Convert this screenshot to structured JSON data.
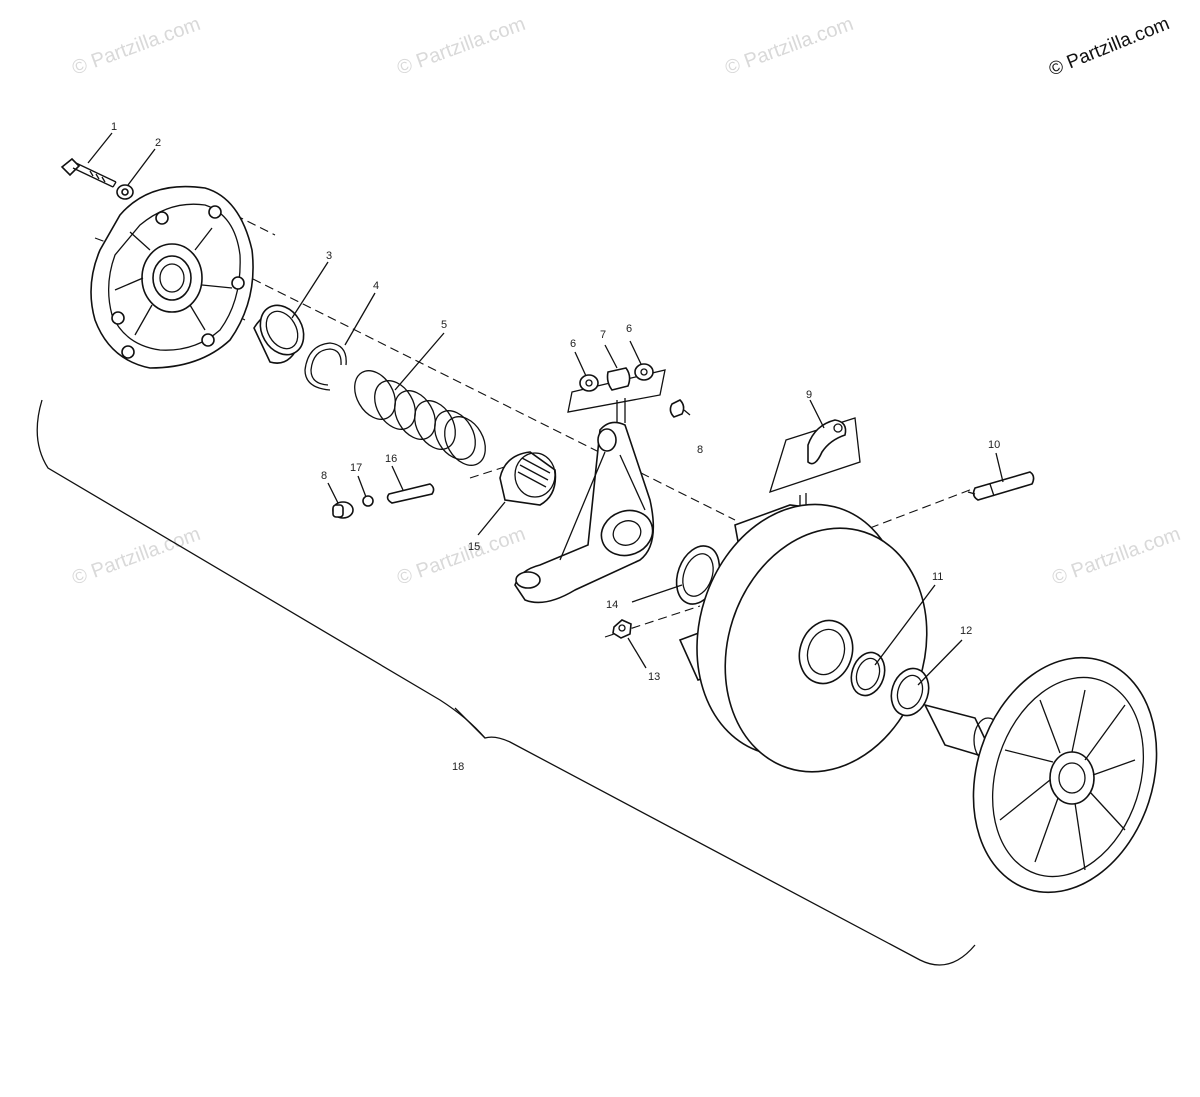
{
  "watermark": {
    "text": "© Partzilla.com",
    "copyright": "© Partzilla.com"
  },
  "callouts": {
    "c1": "1",
    "c2": "2",
    "c3": "3",
    "c4": "4",
    "c5": "5",
    "c6a": "6",
    "c6b": "6",
    "c7": "7",
    "c8a": "8",
    "c8b": "8",
    "c9": "9",
    "c10": "10",
    "c11": "11",
    "c12": "12",
    "c13": "13",
    "c14": "14",
    "c15": "15",
    "c16": "16",
    "c17": "17",
    "c18": "18"
  }
}
